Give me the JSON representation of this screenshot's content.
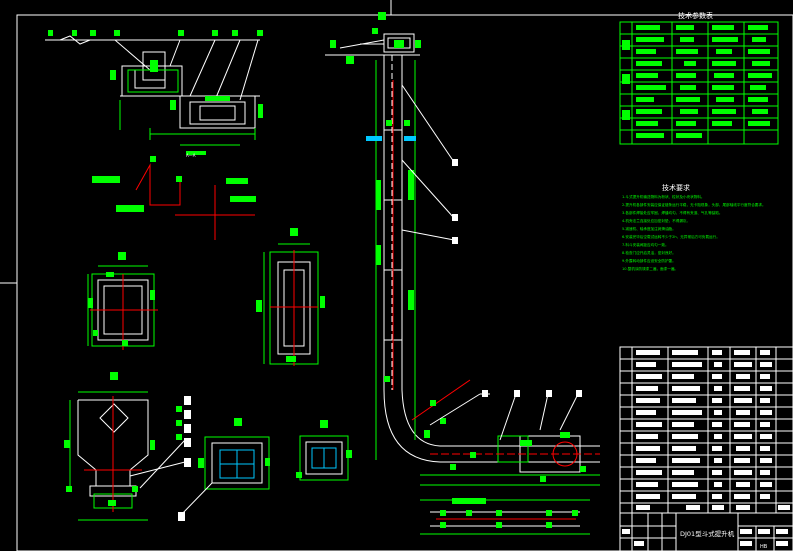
{
  "drawing": {
    "background": "#000000",
    "colors": {
      "line": "#ffffff",
      "dimension": "#00ff00",
      "centerline": "#ff0000",
      "cyan": "#00c8ff"
    },
    "texts": {
      "tech_param_title": "技术参数表",
      "tech_req_title": "技术要求",
      "title_block_name": "DJ01型斗式提升机",
      "title_block_small": "HB",
      "tech_req_lines": [
        "1.斗式提升机输送物料为粉状、粒状及小块状物料。",
        "2.提升机各部件安装应保证链条运行平稳，无卡阻现象，头部、尾部轴线平行度符合要求。",
        "3.各部件焊接处应牢固，焊缝均匀，不得有夹渣、气孔等缺陷。",
        "4.机壳法兰连接处应加密封垫，不得漏灰。",
        "5.减速机、轴承座加注润滑油脂。",
        "6.安装完毕后空载试运转不少于2h，无异常后方可负载运行。",
        "7.料斗安装间距应均匀一致。",
        "8.检查门应开启灵活，密封良好。",
        "9.外露转动部件应设安全防护罩。",
        "10.整机涂防锈漆二遍，面漆一遍。"
      ],
      "section_label": "A—A"
    }
  }
}
